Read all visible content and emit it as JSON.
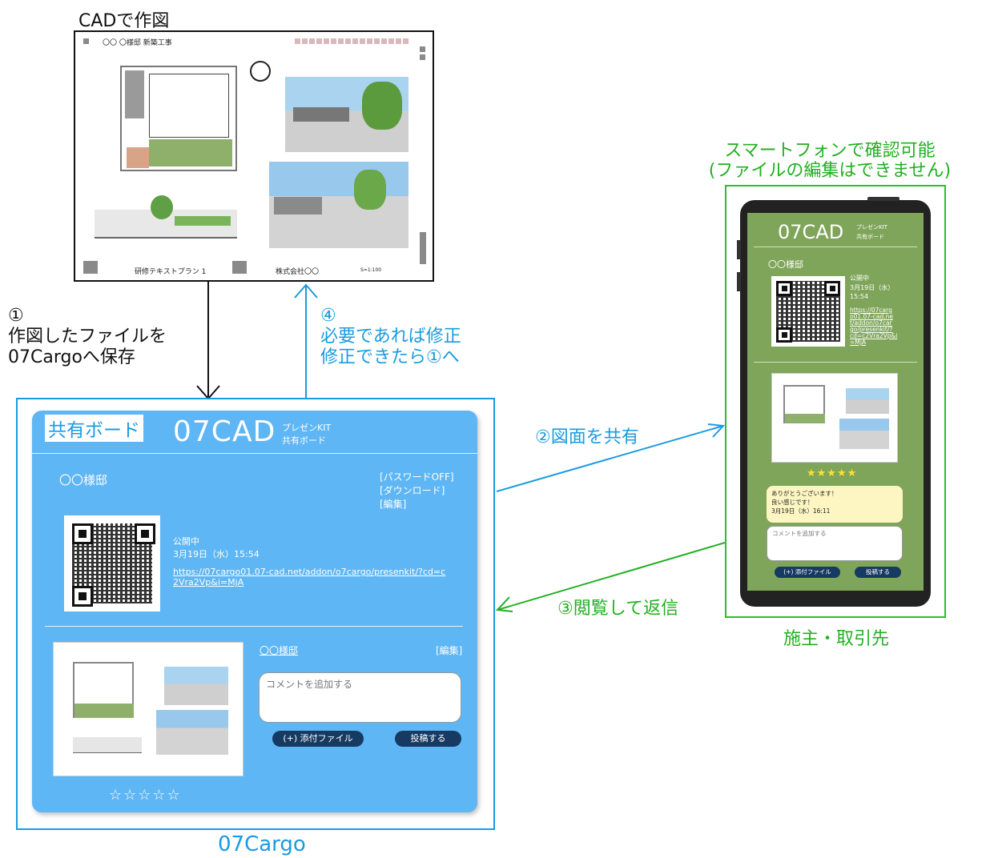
{
  "cad": {
    "title": "CADで作図",
    "sheet_header": "〇〇 〇様邸  新築工事",
    "sheet_footer_left": "研修テキストプラン 1",
    "sheet_footer_company": "株式会社〇〇",
    "sheet_footer_scale": "S=1:100"
  },
  "steps": {
    "step1_num": "①",
    "step1_line1": "作図したファイルを",
    "step1_line2": "07Cargoへ保存",
    "step2": "②図面を共有",
    "step3": "③閲覧して返信",
    "step4_num": "④",
    "step4_line1": "必要であれば修正",
    "step4_line2": "修正できたら①へ"
  },
  "board": {
    "badge": "共有ボード",
    "logo": "07CAD",
    "kit_line1": "プレゼンKIT",
    "kit_line2": "共有ボード",
    "project": "〇〇様邸",
    "link_password": "[パスワードOFF]",
    "link_download": "[ダウンロード]",
    "link_edit": "[編集]",
    "status": "公開中",
    "date": "3月19日（水）15:54",
    "url_line1": "https://07cargo01.07-cad.net/addon/o7cargo/presenkit/?cd=c",
    "url_line2": "2Vra2Vp&i=MjA",
    "file_title": "〇〇様邸",
    "file_edit": "[編集]",
    "comment_placeholder": "コメントを追加する",
    "attach_label": "(+) 添付ファイル",
    "post_label": "投稿する",
    "stars": "☆☆☆☆☆",
    "caption": "07Cargo"
  },
  "phone": {
    "caption_line1": "スマートフォンで確認可能",
    "caption_line2": "(ファイルの編集はできません)",
    "logo": "07CAD",
    "kit_line1": "プレゼンKIT",
    "kit_line2": "共有ボード",
    "project": "〇〇様邸",
    "status": "公開中",
    "date": "3月19日（水）",
    "time": "15:54",
    "url_lines": [
      "https://07carg",
      "o01.07-cad.ne",
      "t/addon/o7car",
      "go/presenkit/?",
      "cd=c2Vra2Vp&i",
      "=MjA"
    ],
    "stars": "★★★★★",
    "reply_line1": "ありがとうございます！",
    "reply_line2": "良い感じです！",
    "reply_date": "3月19日（水）16:11",
    "comment_placeholder": "コメントを追加する",
    "attach_label": "(+) 添付ファイル",
    "post_label": "投稿する",
    "owner_caption": "施主・取引先"
  },
  "colors": {
    "board_bg": "#5fb6f4",
    "blue_line": "#1a9be0",
    "green_line": "#22b022",
    "phone_screen": "#7fa55a",
    "button": "#173a63"
  }
}
